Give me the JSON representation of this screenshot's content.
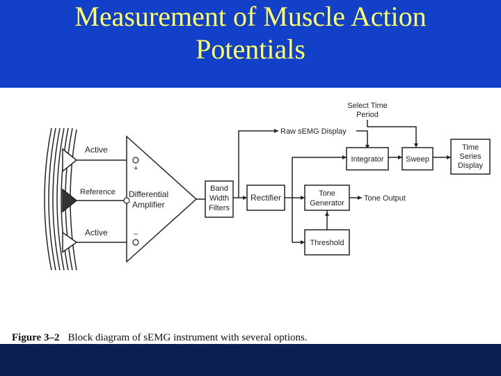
{
  "slide": {
    "title_line1": "Measurement of Muscle Action",
    "title_line2": "Potentials"
  },
  "diagram": {
    "electrodes": {
      "active_top": "Active",
      "reference": "Reference",
      "active_bottom": "Active",
      "plus": "+",
      "minus": "–"
    },
    "amplifier": {
      "line1": "Differential",
      "line2": "Amplifier"
    },
    "bandwidth_filters": {
      "line1": "Band",
      "line2": "Width",
      "line3": "Filters"
    },
    "raw_display": "Raw sEMG Display",
    "select_time": {
      "line1": "Select Time",
      "line2": "Period"
    },
    "rectifier": "Rectifier",
    "integrator": "Integrator",
    "sweep": "Sweep",
    "time_series": {
      "line1": "Time",
      "line2": "Series",
      "line3": "Display"
    },
    "tone_generator": {
      "line1": "Tone",
      "line2": "Generator"
    },
    "tone_output": "Tone Output",
    "threshold": "Threshold"
  },
  "caption": {
    "label": "Figure 3–2",
    "text": "Block diagram of sEMG instrument with several options."
  },
  "colors": {
    "title_band": "#1240c8",
    "title_text": "#ffff66",
    "footer": "#0a1f52",
    "figure_bg": "#ffffff"
  }
}
